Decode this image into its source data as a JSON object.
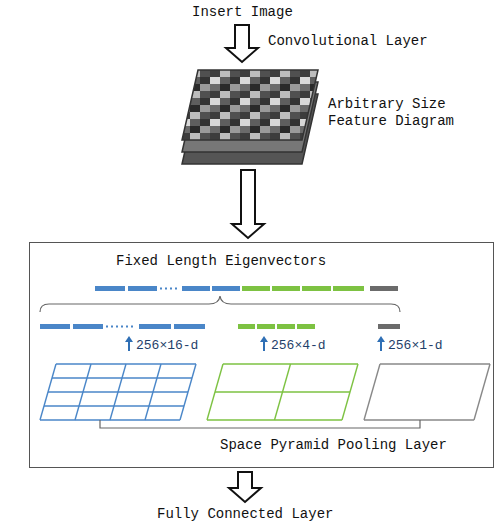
{
  "diagram": {
    "nodes": [
      {
        "text": [
          "Insert Image"
        ]
      },
      {
        "text": [
          "Arbitrary Size Feature Diagram"
        ]
      },
      {
        "text": [
          "Fixed Length Eigenvectors",
          "Space Pyramid Pooling Layer"
        ]
      },
      {
        "text": [
          "Fully Connected Layer"
        ]
      }
    ],
    "edges": [
      {
        "from": 0,
        "to": 1,
        "label": "Convolutional Layer",
        "arrow": "to"
      },
      {
        "from": 1,
        "to": 2,
        "arrow": "to"
      },
      {
        "from": 2,
        "to": 3,
        "arrow": "to"
      }
    ],
    "labels": [
      "256×16-d",
      "256×4-d",
      "256×1-d"
    ]
  }
}
